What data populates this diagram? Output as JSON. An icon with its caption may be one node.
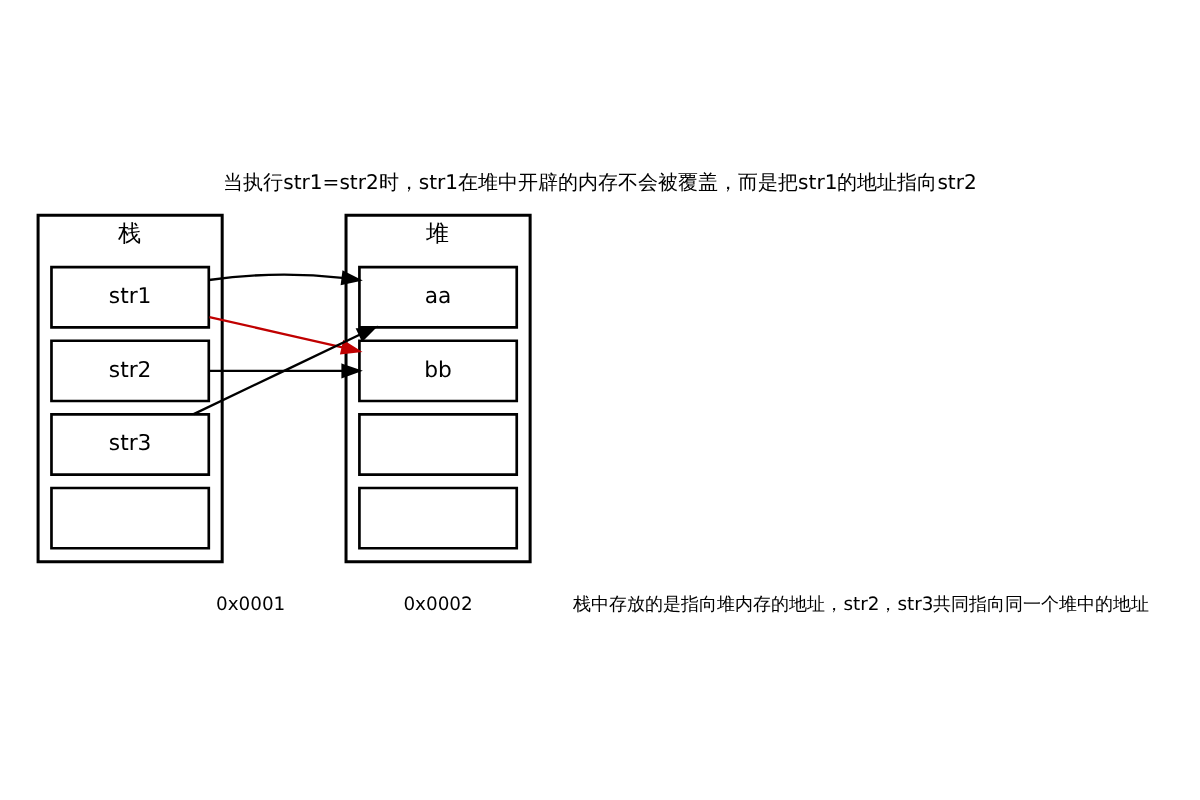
{
  "diagram": {
    "title": "当执行str1=str2时，str1在堆中开辟的内存不会被覆盖，而是把str1的地址指向str2",
    "nodes": [
      {
        "text": [
          "栈"
        ]
      },
      {
        "text": [
          "str1"
        ],
        "in": 0
      },
      {
        "text": [
          "str2"
        ],
        "in": 0
      },
      {
        "text": [
          "str3"
        ],
        "in": 0
      },
      {
        "text": [],
        "shape": "box",
        "in": 0
      },
      {
        "text": [
          "堆"
        ]
      },
      {
        "text": [
          "aa"
        ],
        "in": 5
      },
      {
        "text": [
          "bb"
        ],
        "in": 5
      },
      {
        "text": [],
        "shape": "box",
        "in": 5
      },
      {
        "text": [],
        "shape": "box",
        "in": 5
      }
    ],
    "edges": [
      {
        "from": 1,
        "to": 6,
        "arrow": "to"
      },
      {
        "from": 1,
        "to": 7,
        "arrow": "to",
        "color": "#c00000"
      },
      {
        "from": 2,
        "to": 7,
        "arrow": "to"
      },
      {
        "from": 3,
        "to": 6,
        "arrow": "to"
      }
    ],
    "labels": [
      "0x0001",
      "0x0002",
      "栈中存放的是指向堆内存的地址，str2，str3共同指向同一个堆中的地址"
    ]
  }
}
